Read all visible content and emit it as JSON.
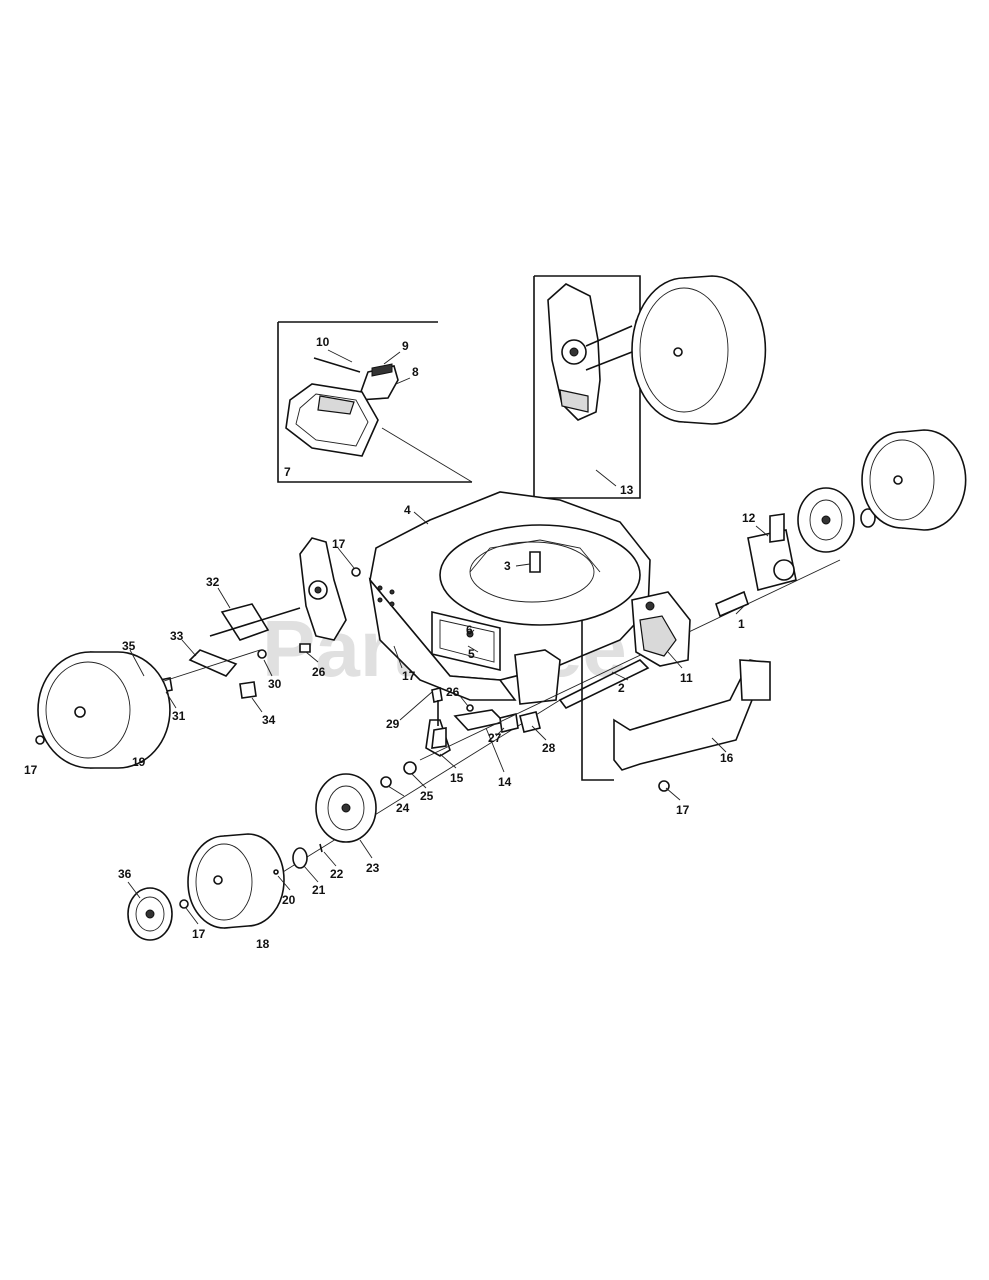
{
  "watermark": "PartsTree",
  "callouts": {
    "c1": "1",
    "c2": "2",
    "c3": "3",
    "c4": "4",
    "c5": "5",
    "c6": "6",
    "c7": "7",
    "c8": "8",
    "c9": "9",
    "c10": "10",
    "c11": "11",
    "c12": "12",
    "c13": "13",
    "c14": "14",
    "c15": "15",
    "c16": "16",
    "c17a": "17",
    "c17b": "17",
    "c17c": "17",
    "c17d": "17",
    "c17e": "17",
    "c18": "18",
    "c19": "19",
    "c20": "20",
    "c21": "21",
    "c22": "22",
    "c23": "23",
    "c24": "24",
    "c25": "25",
    "c26a": "26",
    "c26b": "26",
    "c27": "27",
    "c28": "28",
    "c29": "29",
    "c30": "30",
    "c31": "31",
    "c32": "32",
    "c33": "33",
    "c34": "34",
    "c35": "35",
    "c36": "36"
  },
  "colors": {
    "line": "#111111",
    "watermark": "#c8c8c8"
  }
}
